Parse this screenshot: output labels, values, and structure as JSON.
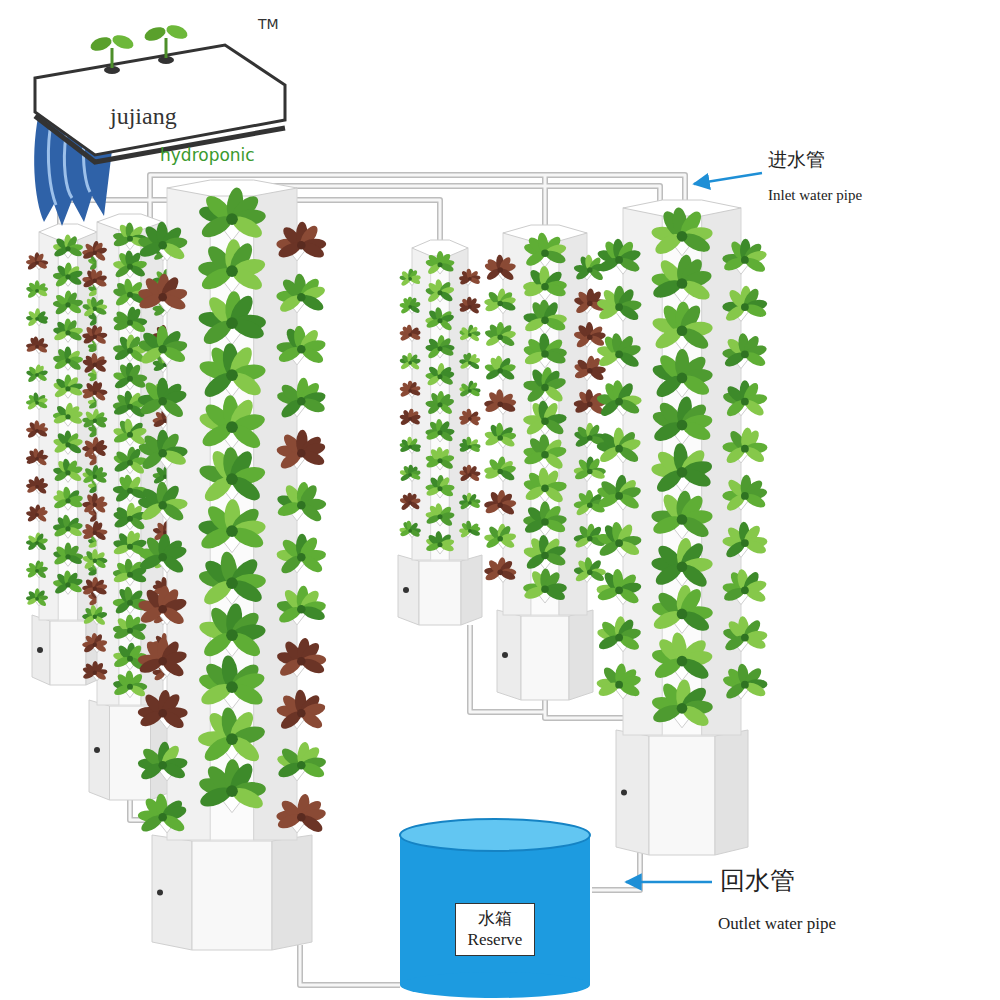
{
  "diagram": {
    "nodes": [
      {
        "text": [
          "jujiang",
          "hydroponic"
        ]
      },
      {
        "text": [
          "水箱",
          "Reserve"
        ]
      }
    ],
    "labels": [
      "TM",
      "进水管",
      "Inlet water pipe",
      "回水管",
      "Outlet water pipe"
    ]
  }
}
